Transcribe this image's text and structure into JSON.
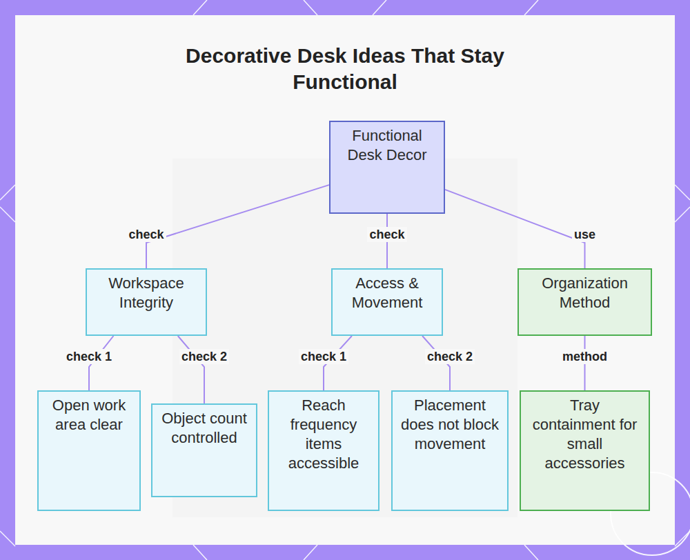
{
  "diagram": {
    "title": "Decorative Desk Ideas That Stay Functional",
    "nodes": [
      {
        "text": [
          "Functional Desk Decor"
        ]
      },
      {
        "text": [
          "Workspace Integrity"
        ]
      },
      {
        "text": [
          "Access & Movement"
        ]
      },
      {
        "text": [
          "Organization Method"
        ]
      },
      {
        "text": [
          "Open work area clear"
        ]
      },
      {
        "text": [
          "Object count controlled"
        ]
      },
      {
        "text": [
          "Reach frequency items accessible"
        ]
      },
      {
        "text": [
          "Placement does not block movement"
        ]
      },
      {
        "text": [
          "Tray containment for small accessories"
        ]
      }
    ],
    "edges": [
      {
        "from": 0,
        "to": 1,
        "label": "check",
        "arrow": "none"
      },
      {
        "from": 0,
        "to": 2,
        "label": "check",
        "arrow": "none"
      },
      {
        "from": 0,
        "to": 3,
        "label": "use",
        "arrow": "none"
      },
      {
        "from": 1,
        "to": 4,
        "label": "check 1",
        "arrow": "none"
      },
      {
        "from": 1,
        "to": 5,
        "label": "check 2",
        "arrow": "none"
      },
      {
        "from": 2,
        "to": 6,
        "label": "check 1",
        "arrow": "none"
      },
      {
        "from": 2,
        "to": 7,
        "label": "check 2",
        "arrow": "none"
      },
      {
        "from": 3,
        "to": 8,
        "label": "method",
        "arrow": "none"
      }
    ]
  }
}
